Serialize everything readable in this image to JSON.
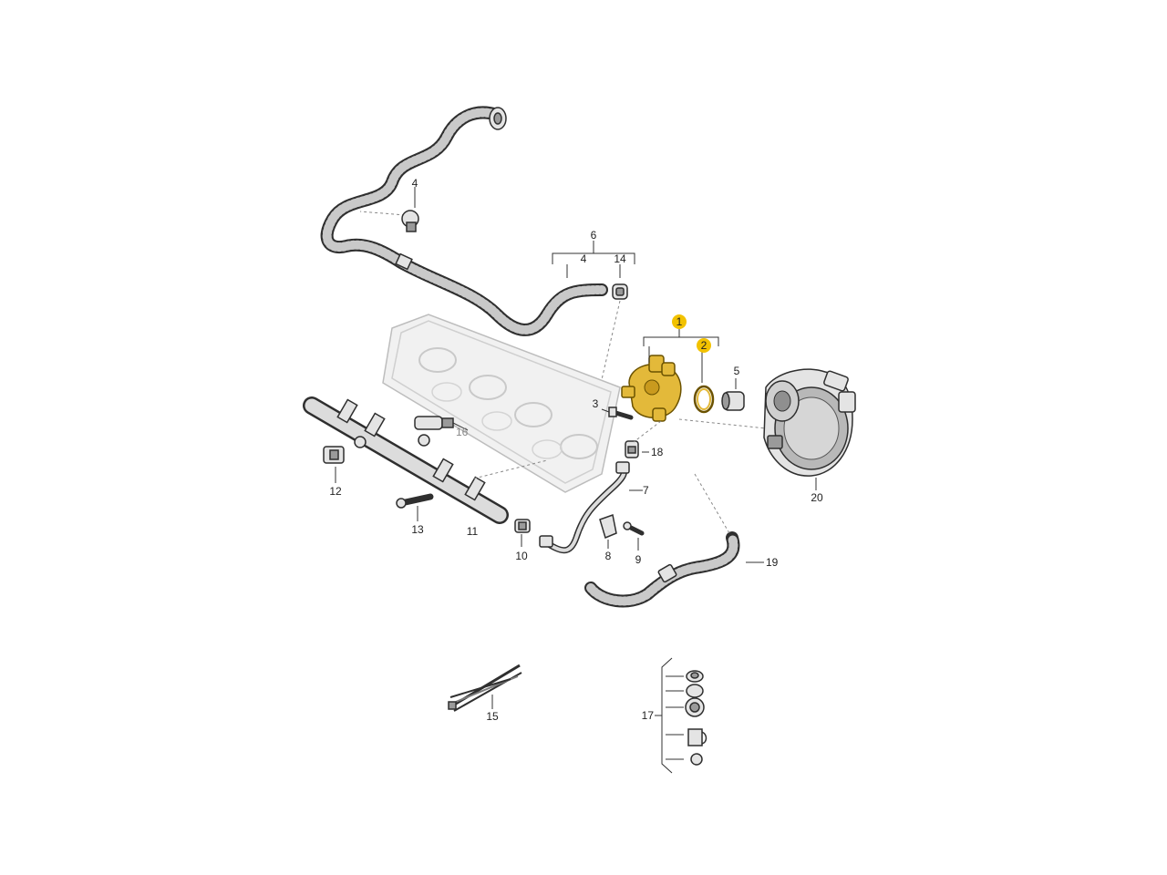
{
  "diagram": {
    "callouts": {
      "c1": "1",
      "c2": "2",
      "c3": "3",
      "c4a": "4",
      "c4b": "4",
      "c5": "5",
      "c6": "6",
      "c7": "7",
      "c8": "8",
      "c9": "9",
      "c10": "10",
      "c11": "11",
      "c12": "12",
      "c13": "13",
      "c14": "14",
      "c15": "15",
      "c16": "16",
      "c17": "17",
      "c18": "18",
      "c19": "19",
      "c20": "20"
    },
    "highlight_color": "#f2c200",
    "part_color": "#e3b93a"
  }
}
